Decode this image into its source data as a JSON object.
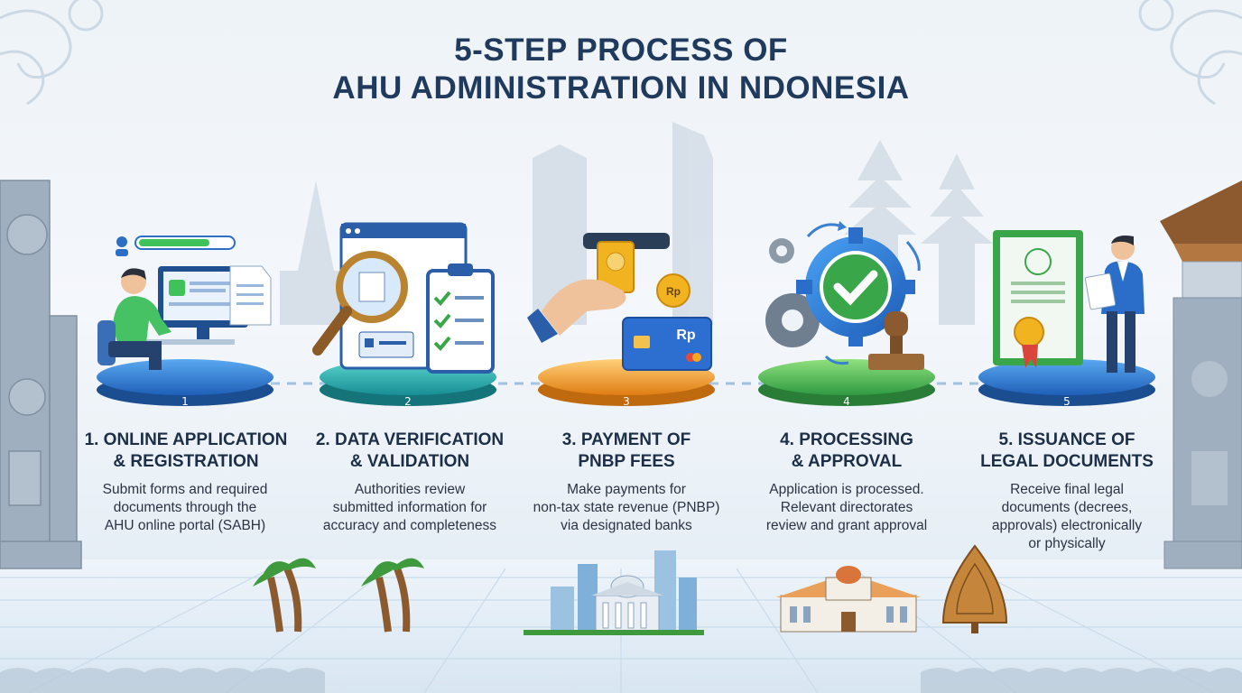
{
  "title": {
    "line1": "5-STEP PROCESS OF",
    "line2": "AHU ADMINISTRATION IN NDONESIA"
  },
  "steps": [
    {
      "number": "1",
      "title_l1": "1. ONLINE APPLICATION",
      "title_l2": "& REGISTRATION",
      "desc_l1": "Submit forms and required",
      "desc_l2": "documents through the",
      "desc_l3": "AHU online portal (SABH)",
      "desc_l4": "",
      "accent": "#1e6fd9",
      "icon": "computer-user-icon"
    },
    {
      "number": "2",
      "title_l1": "2. DATA VERIFICATION",
      "title_l2": "& VALIDATION",
      "desc_l1": "Authorities review",
      "desc_l2": "submitted information for",
      "desc_l3": "accuracy and completeness",
      "desc_l4": "",
      "accent": "#17a3a3",
      "icon": "magnifier-checklist-icon"
    },
    {
      "number": "3",
      "title_l1": "3. PAYMENT OF",
      "title_l2": "PNBP FEES",
      "desc_l1": "Make payments for",
      "desc_l2": "non-tax state revenue (PNBP)",
      "desc_l3": "via designated banks",
      "desc_l4": "",
      "accent": "#f29a1f",
      "icon": "payment-card-icon",
      "card_label": "Rp",
      "coin_label": "Rp"
    },
    {
      "number": "4",
      "title_l1": "4. PROCESSING",
      "title_l2": "& APPROVAL",
      "desc_l1": "Application is processed.",
      "desc_l2": "Relevant directorates",
      "desc_l3": "review and grant approval",
      "desc_l4": "",
      "accent": "#3aa64a",
      "icon": "gear-check-stamp-icon"
    },
    {
      "number": "5",
      "title_l1": "5. ISSUANCE OF",
      "title_l2": "LEGAL DOCUMENTS",
      "desc_l1": "Receive final legal",
      "desc_l2": "documents (decrees,",
      "desc_l3": "approvals) electronically",
      "desc_l4": "or physically",
      "accent": "#1e6fd9",
      "icon": "certificate-person-icon"
    }
  ]
}
